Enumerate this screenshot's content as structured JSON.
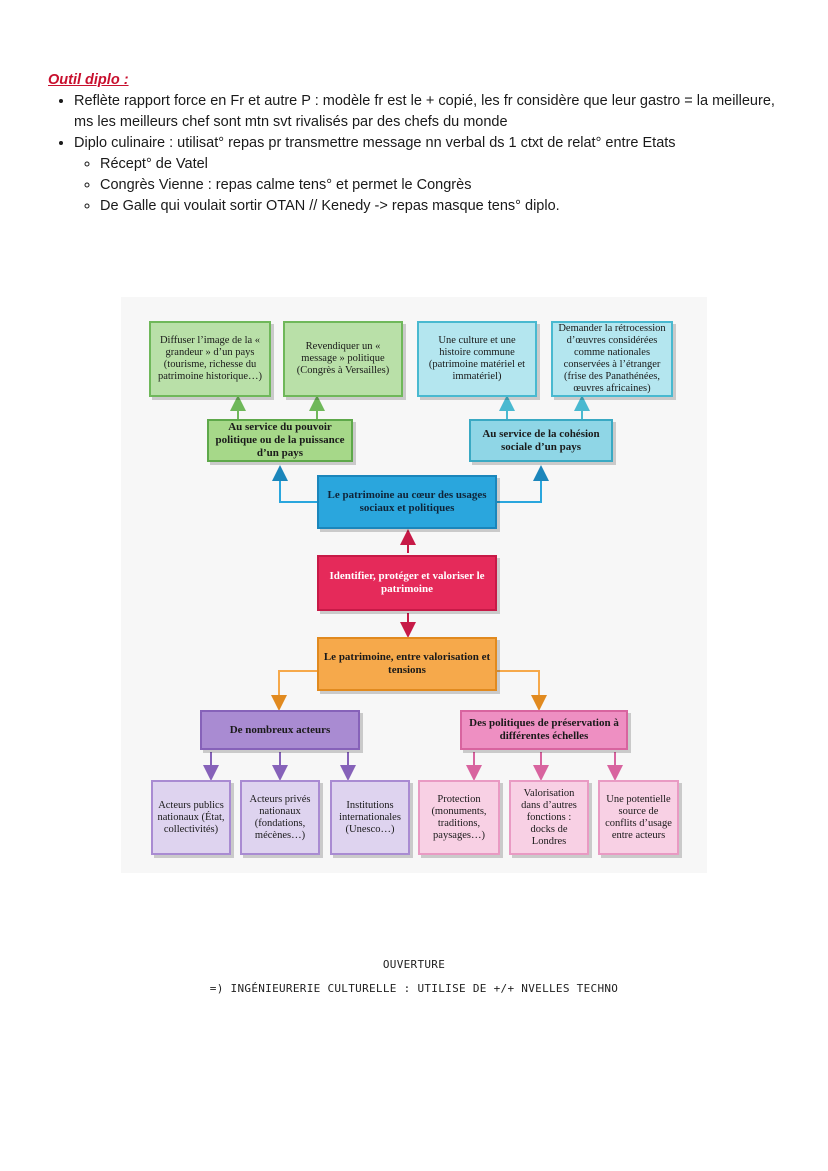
{
  "notes": {
    "title": "Outil diplo :",
    "bullet1": "Reflète rapport force en Fr et autre P : modèle fr est le + copié, les fr considère que leur gastro = la meilleure, ms les meilleurs chef  sont mtn svt rivalisés par des chefs du monde",
    "bullet2": "Diplo culinaire : utilisat° repas pr transmettre message nn verbal ds 1 ctxt de relat° entre Etats",
    "sub1": "Récept° de Vatel",
    "sub2": "Congrès Vienne : repas calme tens° et permet le Congrès",
    "sub3": "De Galle qui voulait sortir OTAN // Kenedy -> repas masque tens° diplo."
  },
  "diagram": {
    "top1": "Diffuser l’image de la « grandeur » d’un pays (tourisme, richesse du patrimoine historique…)",
    "top2": "Revendiquer un « message » politique (Congrès à Versailles)",
    "top3": "Une culture et une histoire commune (patrimoine matériel et immatériel)",
    "top4": "Demander la rétrocession d’œuvres considérées comme nationales conservées à l’étranger (frise des Panathénées, œuvres africaines)",
    "service_pouvoir": "Au service du pouvoir politique ou de la puissance d’un pays",
    "service_cohesion": "Au service de la cohésion sociale d’un pays",
    "coeur": "Le patrimoine au cœur des usages sociaux et politiques",
    "center": "Identifier, protéger et valoriser le patrimoine",
    "tensions": "Le patrimoine, entre valorisation et tensions",
    "acteurs": "De nombreux acteurs",
    "politiques": "Des politiques de préservation à différentes échelles",
    "b1": "Acteurs publics nationaux (État, collectivités)",
    "b2": "Acteurs privés nationaux (fondations, mécènes…)",
    "b3": "Institutions internationales (Unesco…)",
    "b4": "Protection (monuments, traditions, paysages…)",
    "b5": "Valorisation dans d’autres fonctions : docks de Londres",
    "b6": "Une potentielle source de conflits d’usage entre acteurs"
  },
  "ouverture": {
    "title": "OUVERTURE",
    "line": "=) INGÉNIEURERIE CULTURELLE : UTILISE DE +/+ NVELLES TECHNO"
  },
  "colors": {
    "title_red": "#c8102e",
    "arrow_green": "#6fb85a",
    "arrow_cyan": "#49b9d0",
    "arrow_red": "#c71a47",
    "arrow_orange": "#e18a1f",
    "arrow_purple": "#8662b9",
    "arrow_pink": "#d8649f"
  }
}
